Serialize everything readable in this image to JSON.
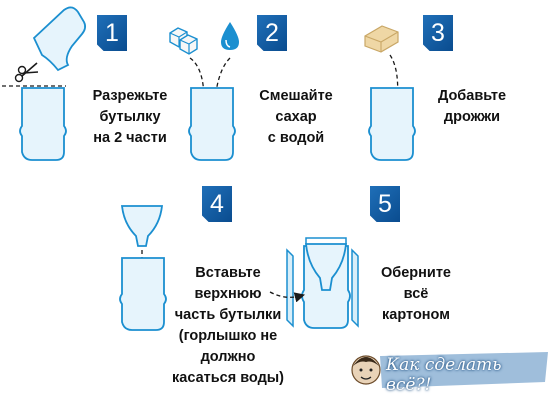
{
  "steps": [
    {
      "number": "1",
      "lines": [
        "Разрежьте",
        "бутылку",
        "на 2 части"
      ]
    },
    {
      "number": "2",
      "lines": [
        "Смешайте",
        "сахар",
        "с водой"
      ]
    },
    {
      "number": "3",
      "lines": [
        "Добавьте",
        "дрожжи"
      ]
    },
    {
      "number": "4",
      "lines": [
        "Вставьте",
        "верхнюю",
        "часть бутылки",
        "(горлышко не",
        "должно",
        "касаться воды)"
      ]
    },
    {
      "number": "5",
      "lines": [
        "Оберните",
        "всё",
        "картоном"
      ]
    }
  ],
  "watermark": {
    "text": "Как сделать всё?!"
  },
  "colors": {
    "badge": "#0e5aa5",
    "bottle_stroke": "#1b8fd0",
    "bottle_fill": "#e6f4fc",
    "arrow": "#1a1a1a",
    "sugar_cube": "#f7f7f7",
    "water_drop": "#1b8fd0",
    "yeast_block": "#efd7a5",
    "cardboard": "#d8eef9"
  },
  "icons": [
    "scissors-icon",
    "sugar-cubes-icon",
    "water-drop-icon",
    "yeast-block-icon",
    "funnel-neck-icon",
    "cartoon-mascot-icon"
  ]
}
